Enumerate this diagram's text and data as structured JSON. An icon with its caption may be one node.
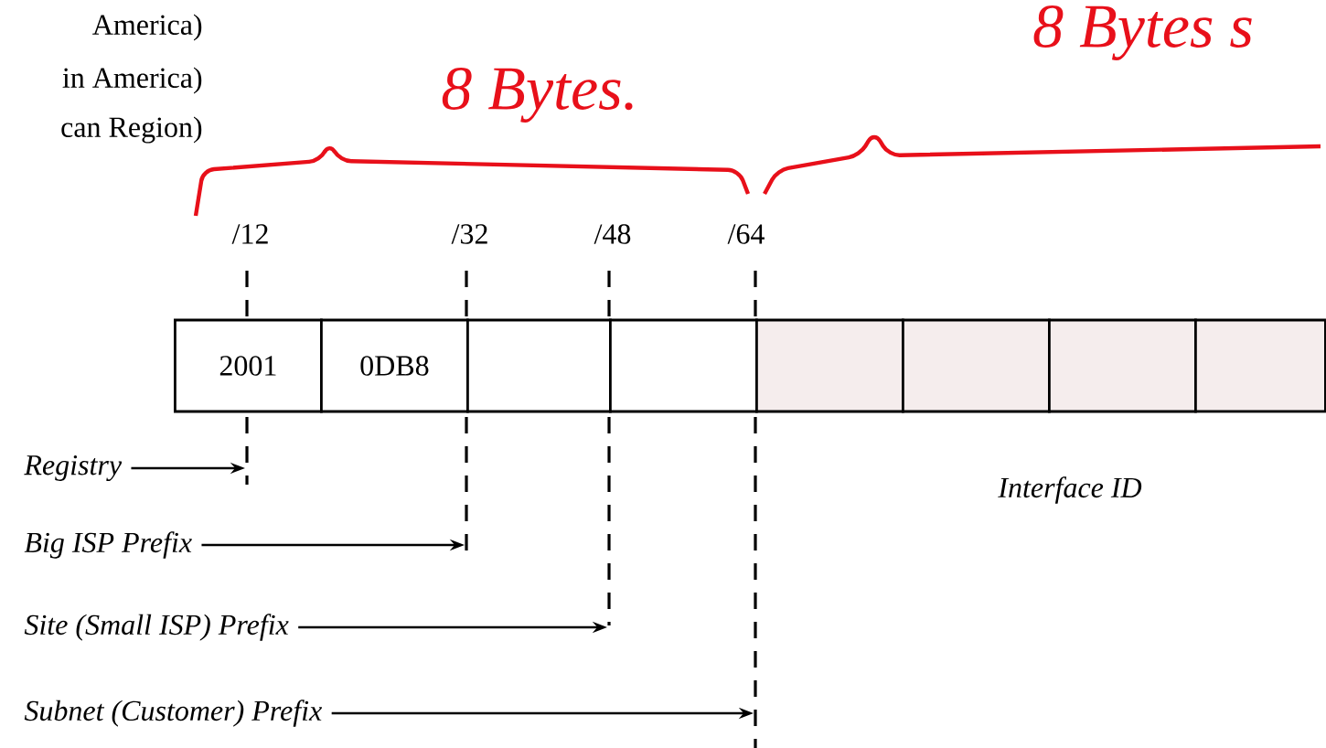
{
  "diagram": {
    "nodes": [
      {
        "text": [
          "2001"
        ]
      },
      {
        "text": [
          "0DB8"
        ]
      },
      {
        "text": [],
        "shape": "box"
      },
      {
        "text": [],
        "shape": "box"
      },
      {
        "text": [],
        "shape": "box"
      },
      {
        "text": [],
        "shape": "box"
      },
      {
        "text": [],
        "shape": "box"
      },
      {
        "text": [],
        "shape": "box"
      },
      {
        "text": [
          "Registry"
        ]
      },
      {
        "text": [
          "Big ISP Prefix"
        ]
      },
      {
        "text": [
          "Site (Small ISP) Prefix"
        ]
      },
      {
        "text": [
          "Subnet (Customer) Prefix"
        ]
      }
    ],
    "edges": [
      {
        "from": 8,
        "to": null,
        "arrow": "to"
      },
      {
        "from": 9,
        "to": null,
        "arrow": "to"
      },
      {
        "from": 10,
        "to": null,
        "arrow": "to"
      },
      {
        "from": 11,
        "to": null,
        "arrow": "to"
      }
    ],
    "labels": [
      "America)",
      "in America)",
      "can Region)",
      "8 Bytes.",
      "8 Bytes s",
      "/12",
      "/32",
      "/48",
      "/64",
      "Interface ID"
    ]
  }
}
